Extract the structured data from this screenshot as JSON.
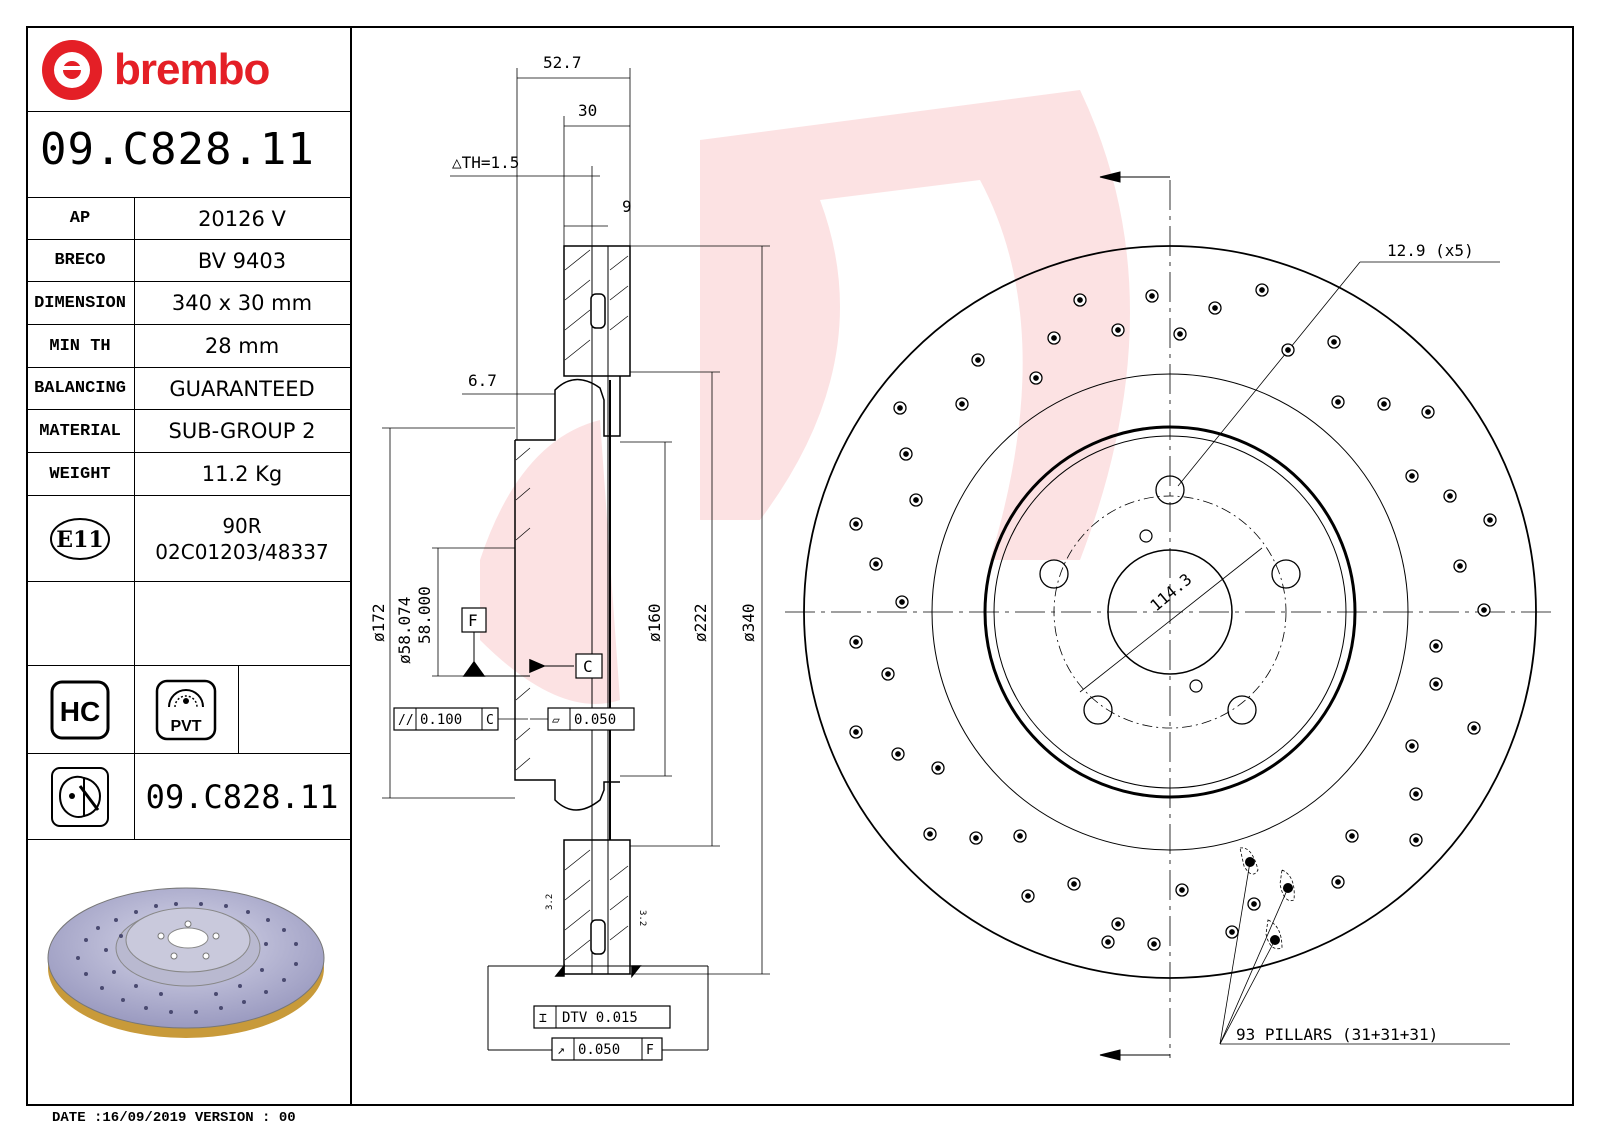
{
  "brand": {
    "name": "brembo",
    "color": "#e41f26"
  },
  "part_number": "09.C828.11",
  "specs": [
    {
      "label": "AP",
      "value": "20126 V"
    },
    {
      "label": "BRECO",
      "value": "BV 9403"
    },
    {
      "label": "DIMENSION",
      "value": "340 x 30 mm"
    },
    {
      "label": "MIN TH",
      "value": "28 mm"
    },
    {
      "label": "BALANCING",
      "value": "GUARANTEED"
    },
    {
      "label": "MATERIAL",
      "value": "SUB-GROUP 2"
    },
    {
      "label": "WEIGHT",
      "value": "11.2 Kg"
    }
  ],
  "approval": {
    "mark": "E11",
    "line1": "90R",
    "line2": "02C01203/48337"
  },
  "badges": {
    "hc": "HC",
    "pvt": "PVT"
  },
  "footer_part_number": "09.C828.11",
  "date_line": "DATE :16/09/2019 VERSION : 00",
  "section": {
    "d_overall": "52.7",
    "d_thickness": "30",
    "d_th": "△TH=1.5",
    "d_9": "9",
    "d_67": "6.7",
    "d_172": "ø172",
    "d_58074": "ø58.074",
    "d_58000": "58.000",
    "d_160": "ø160",
    "d_222": "ø222",
    "d_340": "ø340",
    "datum_f": "F",
    "datum_c": "C",
    "tol_parallel": "0.100",
    "tol_parallel_ref": "C",
    "tol_flat": "0.050",
    "dtv": "DTV 0.015",
    "runout": "0.050",
    "runout_ref": "F",
    "rough1": "3.2",
    "rough2": "3.2"
  },
  "front": {
    "holes": "12.9 (x5)",
    "pcd": "114.3",
    "pillars": "93 PILLARS (31+31+31)"
  }
}
